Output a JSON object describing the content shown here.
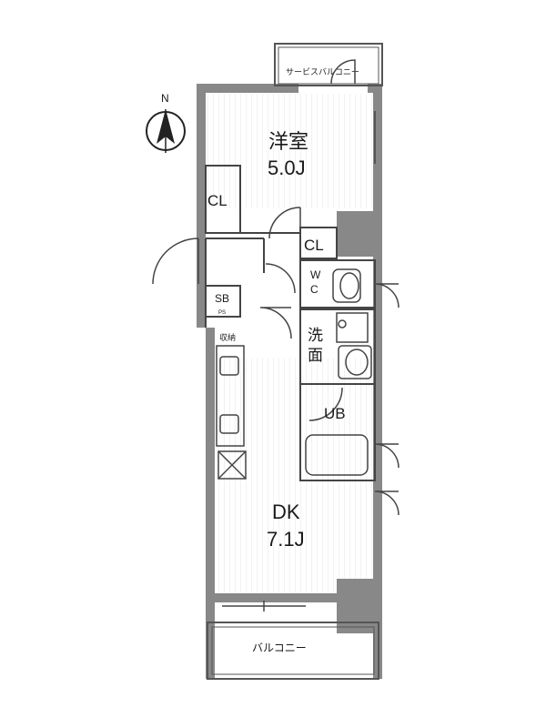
{
  "compass": {
    "label": "N"
  },
  "rooms": {
    "western_room": {
      "name": "洋室",
      "size": "5.0J"
    },
    "dk": {
      "name": "DK",
      "size": "7.1J"
    },
    "closet_left": "CL",
    "closet_right": "CL",
    "wc": {
      "line1": "W",
      "line2": "C"
    },
    "washroom": {
      "line1": "洗",
      "line2": "面"
    },
    "unit_bath": "UB",
    "shoe_box": "SB",
    "pipe_space": "PS",
    "storage": "収納",
    "service_balcony": "サービスバルコニー",
    "balcony": "バルコニー"
  },
  "colors": {
    "wall": "#888888",
    "wall_dark": "#7a7a7a",
    "line": "#333333",
    "floor_line": "#e6e6e6"
  }
}
